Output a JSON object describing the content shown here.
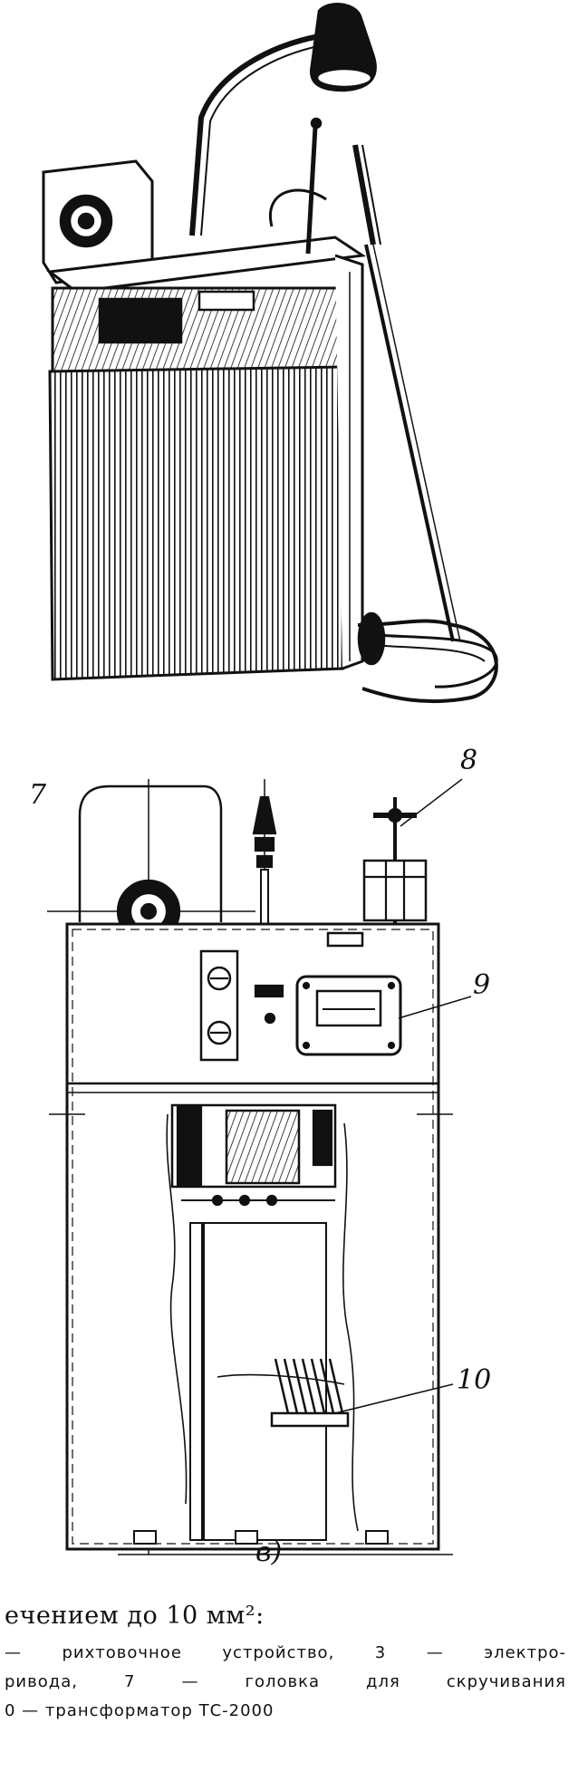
{
  "labels": {
    "l7": "7",
    "l8": "8",
    "l9": "9",
    "l10": "10",
    "sub_b": "в)"
  },
  "caption": {
    "heading": "ечением до 10 мм²:",
    "line1": "— рихтовочное устройство, 3 — электро-",
    "line2": "ривода, 7 — головка для скручивания",
    "line3": "0 — трансформатор ТС-2000"
  }
}
